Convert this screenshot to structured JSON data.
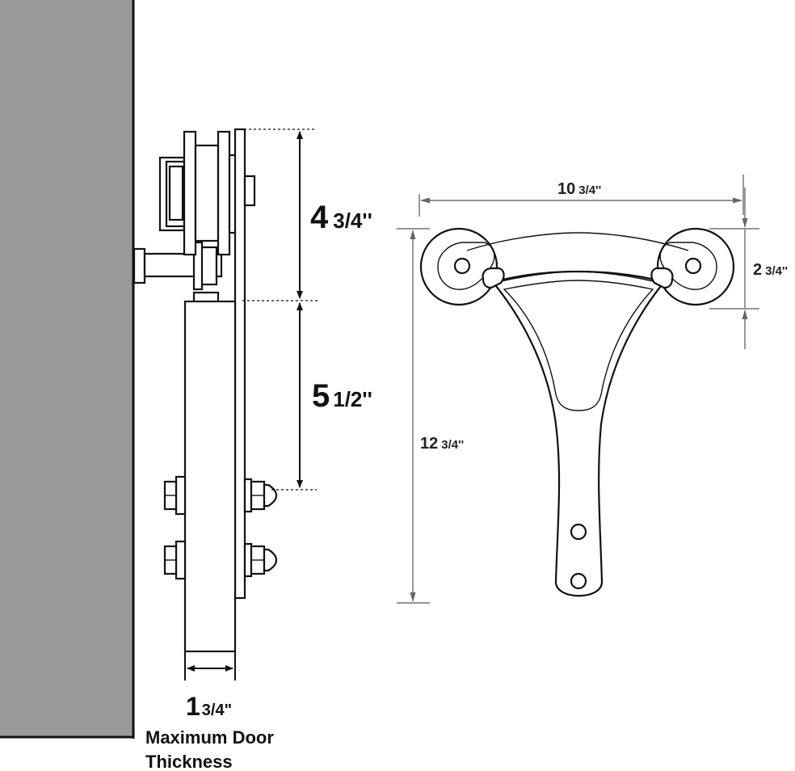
{
  "dimensions": {
    "bracket_height_top": {
      "whole": "4",
      "fraction": "3/4''"
    },
    "bracket_height_bottom": {
      "whole": "5",
      "fraction": "1/2''"
    },
    "door_thickness": {
      "whole": "1",
      "fraction": "3/4\""
    },
    "hanger_width": {
      "whole": "10",
      "fraction": "3/4''"
    },
    "hanger_height": {
      "whole": "12",
      "fraction": "3/4''"
    },
    "wheel_diameter": {
      "whole": "2",
      "fraction": "3/4''"
    }
  },
  "caption": {
    "line1": "Maximum Door",
    "line2": "Thickness"
  },
  "colors": {
    "wall": "#9a9a9b",
    "line": "#111111",
    "dim_line": "#555555"
  }
}
